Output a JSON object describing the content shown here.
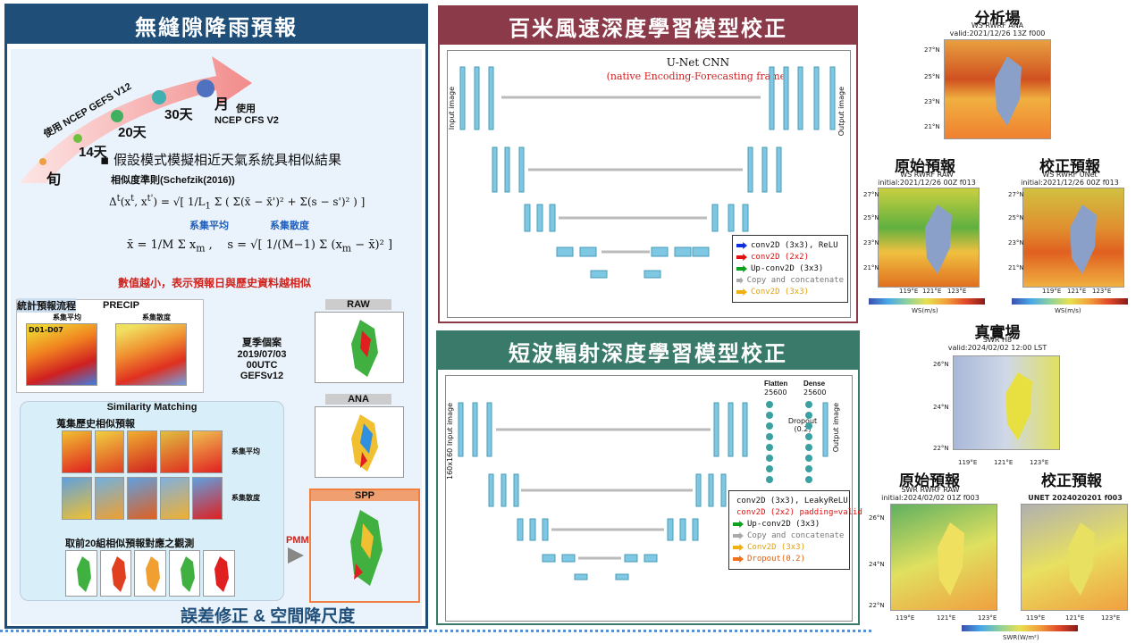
{
  "left": {
    "title": "無縫隙降雨預報",
    "gefs_label": "使用 NCEP GEFS V12",
    "cfs_label_a": "使用",
    "cfs_label_b": "NCEP CFS V2",
    "t_xun": "旬",
    "t_14": "14天",
    "t_20": "20天",
    "t_30": "30天",
    "t_month": "月",
    "bullet": "假設模式模擬相近天氣系統具相似結果",
    "criterion": "相似度準則(Schefzik(2016))",
    "ens_mean": "系集平均",
    "ens_spread": "系集散度",
    "note": "數值越小，表示預報日與歷史資料越相似",
    "flow_label": "統計預報流程",
    "precip": "PRECIP",
    "sub_mean": "系集平均",
    "sub_spread": "系集散度",
    "d_tag": "D01-D07",
    "case": "夏季個案",
    "case_date": "2019/07/03 00UTC",
    "case_model": "GEFSv12",
    "raw": "RAW",
    "ana": "ANA",
    "spp": "SPP",
    "pmm": "PMM",
    "sim_match": "Similarity Matching",
    "collect": "蒐集歷史相似預報",
    "row_mean": "系集平均",
    "row_spread": "系集散度",
    "top20": "取前20組相似預報對應之觀測",
    "footer": "誤差修正 & 空間降尺度"
  },
  "wind": {
    "title": "百米風速深度學習模型校正",
    "unet": "U-Net CNN",
    "frame": "(native Encoding-Forecasting frame)",
    "input": "Input image",
    "output": "Output image",
    "legend": [
      "conv2D (3x3), ReLU",
      "conv2D (2x2)",
      "Up-conv2D (3x3)",
      "Copy and concatenate",
      "Conv2D (3x3)"
    ]
  },
  "solar": {
    "title": "短波輻射深度學習模型校正",
    "input": "160x160 Input image",
    "output": "Output image",
    "flatten": "Flatten",
    "dense": "Dense",
    "dropout": "Dropout (0.2)",
    "n25600": "25600",
    "legend": [
      "conv2D (3x3), LeakyReLU",
      "conv2D (2x2) padding=valid",
      "Up-conv2D (3x3)",
      "Copy and concatenate",
      "Conv2D (3x3)",
      "Dropout(0.2)"
    ]
  },
  "right": {
    "ana_title": "分析場",
    "ana_sub1": "WS RWRF ANA",
    "ana_sub2": "valid:2021/12/26 13Z f000",
    "raw_title": "原始預報",
    "raw_sub1": "WS RWRF RAW",
    "raw_sub2": "initial:2021/12/26 00Z f013",
    "cor_title": "校正預報",
    "cor_sub1": "WS RWRF UNet",
    "cor_sub2": "initial:2021/12/26 00Z f013",
    "ws_unit": "WS(m/s)",
    "true_title": "真實場",
    "true_sub1": "SWR H8",
    "true_sub2": "valid:2024/02/02 12:00 LST",
    "raw2_title": "原始預報",
    "raw2_sub1": "SWR RWRF RAW",
    "raw2_sub2": "initial:2024/02/02 01Z f003",
    "cor2_title": "校正預報",
    "cor2_sub1": "UNET 2024020201 f003",
    "swr_unit": "SWR(W/m²)",
    "lat27": "27°N",
    "lat25": "25°N",
    "lat23": "23°N",
    "lat21": "21°N",
    "lat26": "26°N",
    "lat24": "24°N",
    "lat22": "22°N",
    "lon119": "119°E",
    "lon121": "121°E",
    "lon123": "123°E"
  }
}
